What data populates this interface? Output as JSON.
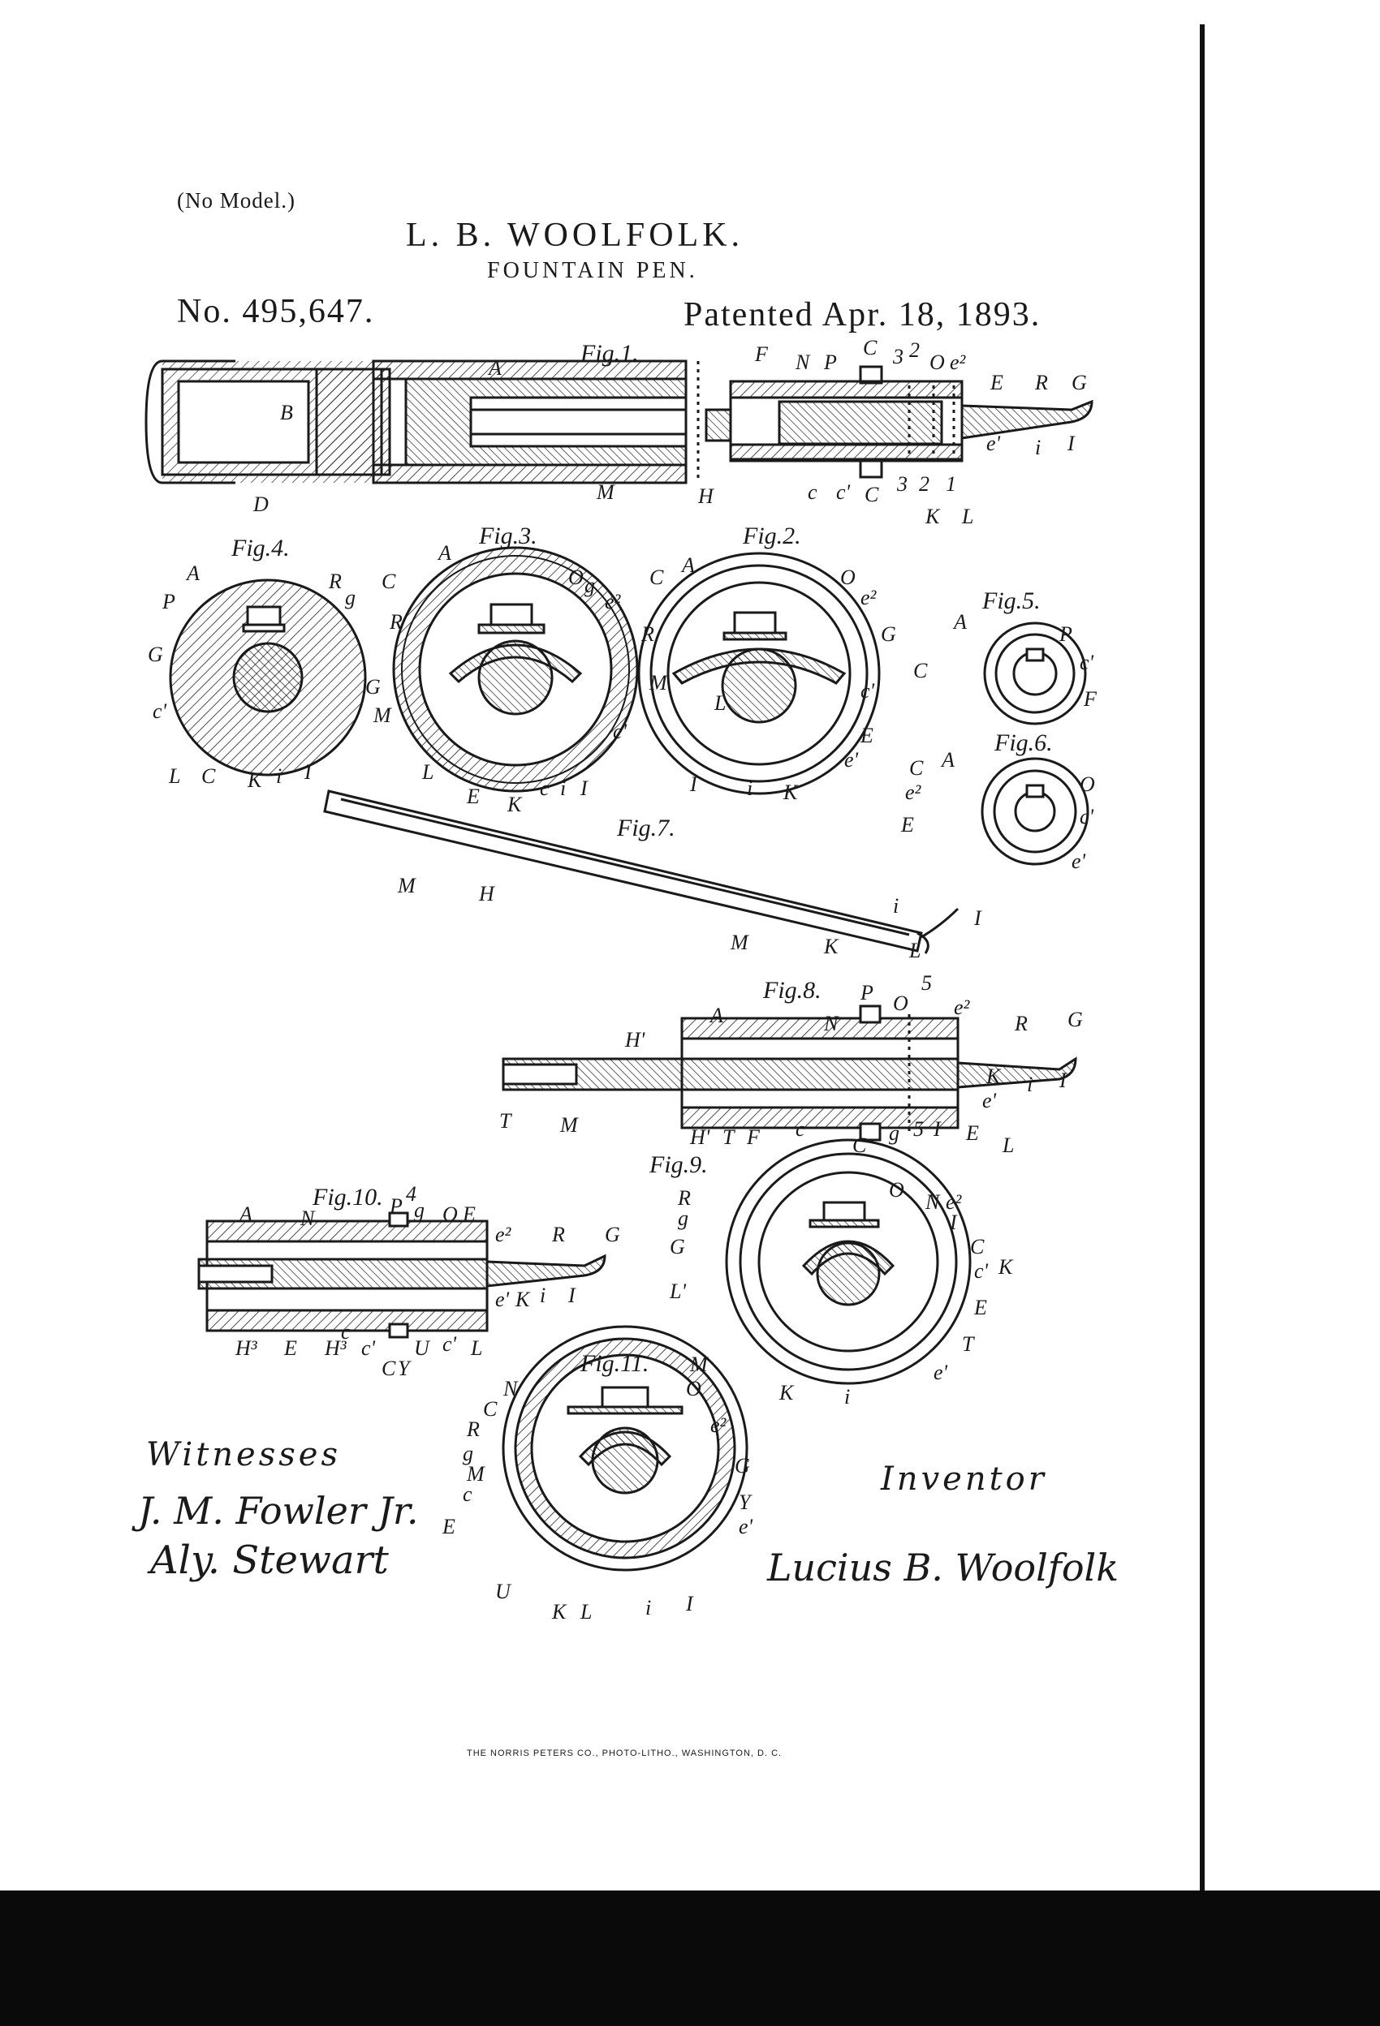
{
  "header": {
    "no_model": "(No Model.)",
    "inventor_name": "L. B. WOOLFOLK.",
    "title": "FOUNTAIN PEN.",
    "patent_number": "No. 495,647.",
    "patent_date": "Patented Apr. 18, 1893."
  },
  "figures": {
    "fig1": "Fig.1.",
    "fig2": "Fig.2.",
    "fig3": "Fig.3.",
    "fig4": "Fig.4.",
    "fig5": "Fig.5.",
    "fig6": "Fig.6.",
    "fig7": "Fig.7.",
    "fig8": "Fig.8.",
    "fig9": "Fig.9.",
    "fig10": "Fig.10.",
    "fig11": "Fig.11."
  },
  "reference_letters": {
    "A": "A",
    "B": "B",
    "C": "C",
    "c": "c",
    "c_prime": "c'",
    "D": "D",
    "E": "E",
    "e_prime": "e'",
    "e2": "e²",
    "F": "F",
    "G": "G",
    "g": "g",
    "H": "H",
    "I": "I",
    "i": "i",
    "K": "K",
    "L": "L",
    "M": "M",
    "N": "N",
    "O": "O",
    "P": "P",
    "R": "R",
    "T": "T",
    "U": "U",
    "Y": "Y",
    "H3": "H³",
    "H_prime": "H'",
    "L_prime": "L'",
    "n1": "1",
    "n2": "2",
    "n3": "3",
    "n4": "4",
    "n5": "5"
  },
  "signatures": {
    "witnesses_label": "Witnesses",
    "witness_1": "J. M. Fowler Jr.",
    "witness_2": "Aly. Stewart",
    "inventor_label": "Inventor",
    "inventor_signature": "Lucius B. Woolfolk"
  },
  "footer": {
    "printer": "THE NORRIS PETERS CO., PHOTO-LITHO., WASHINGTON, D. C."
  }
}
